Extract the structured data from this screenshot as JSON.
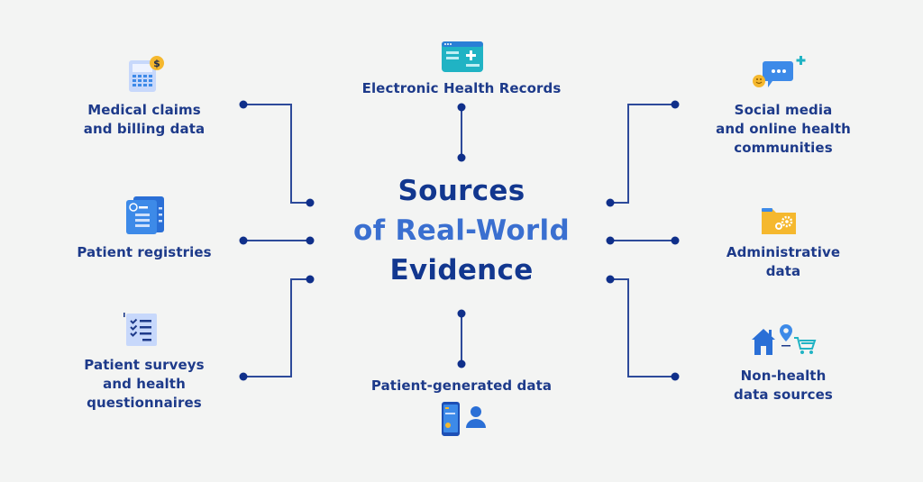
{
  "title": {
    "line1": "Sources",
    "line2": "of Real-World",
    "line3": "Evidence"
  },
  "colors": {
    "background": "#f3f4f3",
    "label_text": "#1d3a8a",
    "title_dark": "#12378f",
    "title_accent": "#3a6fd0",
    "connector": "#2d4a9a",
    "connector_dot": "#0f2f8a",
    "icon_blue": "#3d8ae8",
    "icon_teal": "#20b3c4",
    "icon_yellow": "#f5b82e"
  },
  "sources": [
    {
      "id": "ehr",
      "label": "Electronic Health Records",
      "icon": "ehr-card-icon",
      "position": "top-center"
    },
    {
      "id": "claims",
      "label": "Medical claims\nand billing data",
      "icon": "calculator-dollar-icon",
      "position": "top-left"
    },
    {
      "id": "social",
      "label": "Social media\nand online health\ncommunities",
      "icon": "chat-bubble-icon",
      "position": "top-right"
    },
    {
      "id": "registries",
      "label": "Patient registries",
      "icon": "registry-documents-icon",
      "position": "middle-left"
    },
    {
      "id": "admin",
      "label": "Administrative data",
      "icon": "folder-gears-icon",
      "position": "middle-right"
    },
    {
      "id": "surveys",
      "label": "Patient surveys\nand health\nquestionnaires",
      "icon": "checklist-icon",
      "position": "bottom-left"
    },
    {
      "id": "nonhealth",
      "label": "Non-health\ndata sources",
      "icon": "house-pin-cart-icon",
      "position": "bottom-right"
    },
    {
      "id": "patient",
      "label": "Patient-generated data",
      "icon": "phone-person-icon",
      "position": "bottom-center"
    }
  ]
}
